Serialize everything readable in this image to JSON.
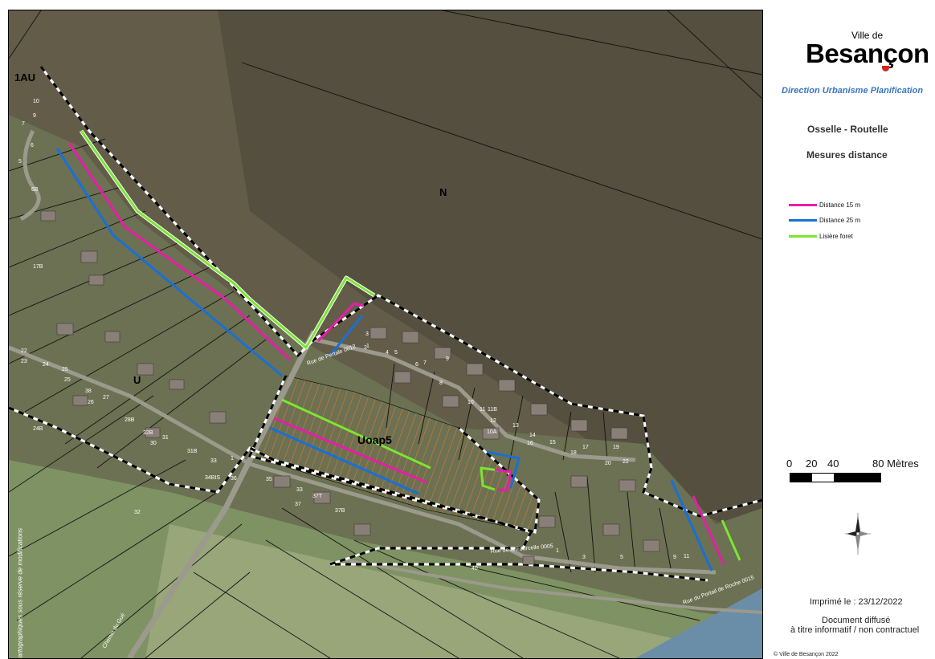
{
  "header": {
    "ville_small": "Ville de",
    "ville_big": "Besançon",
    "direction": "Direction Urbanisme Planification",
    "place": "Osselle - Routelle",
    "title": "Mesures distance"
  },
  "legend": [
    {
      "label": "Distance 15 m",
      "color": "#e81da8"
    },
    {
      "label": "Distance 25 m",
      "color": "#1a6fd6"
    },
    {
      "label": "Lisière foret",
      "color": "#7be633"
    }
  ],
  "scale": {
    "labels": [
      "0",
      "20",
      "40",
      "80 Mètres"
    ]
  },
  "footer": {
    "printed": "Imprimé le : 23/12/2022",
    "diffuse_line1": "Document diffusé",
    "diffuse_line2": "à titre informatif / non contractuel",
    "copyright": "© Ville de Besançon 2022"
  },
  "map": {
    "zones": {
      "n": "N",
      "u": "U",
      "au": "1AU",
      "oap": "Uoap5"
    },
    "vertical_note": "Données cartographiques sous réserve de modifications",
    "streets": [
      "Rue de Pertale 0012",
      "Rue de la Fourcelle 0005",
      "Rue du Portail de Roche 0015",
      "Chemin du Gué"
    ],
    "parcel_numbers": [
      "10",
      "9",
      "7",
      "6",
      "5",
      "6B",
      "17B",
      "22",
      "23",
      "24",
      "25",
      "25",
      "38",
      "26",
      "27",
      "28B",
      "32B",
      "30",
      "31",
      "31B",
      "33",
      "1",
      "34BIS",
      "36",
      "24B",
      "32",
      "35",
      "33",
      "37T",
      "37",
      "37B",
      "40",
      "1",
      "2",
      "3",
      "4",
      "5",
      "6",
      "7",
      "8",
      "9",
      "10",
      "11",
      "11B",
      "12",
      "10A",
      "13",
      "14",
      "15",
      "16",
      "17",
      "18",
      "19",
      "20",
      "22",
      "1",
      "3",
      "5",
      "9",
      "11"
    ]
  }
}
